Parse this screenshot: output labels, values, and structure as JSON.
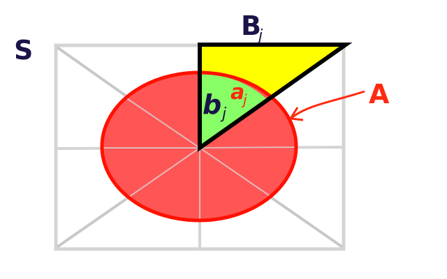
{
  "labels": {
    "set_s": "S",
    "b_upper": "B",
    "b_upper_sub": "j",
    "b_lower": "b",
    "b_lower_sub": "j",
    "a_lower": "a",
    "a_lower_sub": "j",
    "set_a": "A"
  },
  "colors": {
    "frame": "#d4d4d4",
    "ellipse_fill": "#ff5555",
    "ellipse_stroke": "#ff1100",
    "triangle_fill": "#ffff00",
    "sector_fill": "#88ff66",
    "outline": "#000000",
    "label_dark": "#1a1448",
    "label_red": "#ff2a10"
  }
}
